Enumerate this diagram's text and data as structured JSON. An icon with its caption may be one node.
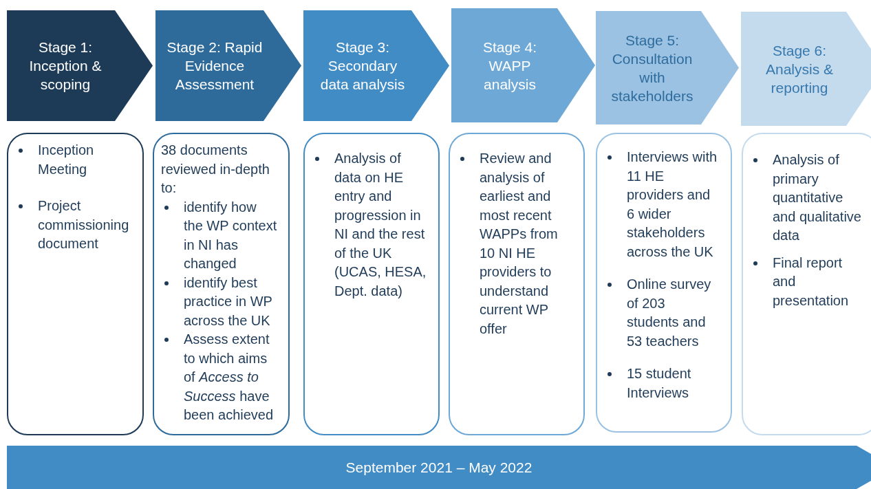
{
  "diagram": {
    "nodes": [
      {
        "text": [
          "Stage 1: Inception & scoping"
        ]
      },
      {
        "text": [
          "Stage 2: Rapid Evidence Assessment"
        ]
      },
      {
        "text": [
          "Stage 3: Secondary data analysis"
        ]
      },
      {
        "text": [
          "Stage 4: WAPP analysis"
        ]
      },
      {
        "text": [
          "Stage 5: Consultation with stakeholders"
        ]
      },
      {
        "text": [
          "Stage 6: Analysis & reporting"
        ]
      },
      {
        "text": [
          "Inception Meeting",
          "Project commissioning document"
        ]
      },
      {
        "text": [
          "38 documents reviewed in-depth to:",
          "identify how the WP context in NI has changed",
          "identify best practice in WP across the UK",
          "Assess extent to which aims of *Access to Success* have been achieved"
        ]
      },
      {
        "text": [
          "Analysis of data on HE entry and progression in NI and the rest of the UK (UCAS, HESA, Dept. data)"
        ]
      },
      {
        "text": [
          "Review and analysis of earliest and most recent WAPPs from 10 NI HE providers to understand current WP offer"
        ]
      },
      {
        "text": [
          "Interviews with 11 HE providers and 6 wider stakeholders across the UK",
          "Online survey of 203 students and 53 teachers",
          "15 student Interviews"
        ]
      },
      {
        "text": [
          "Analysis of primary quantitative and qualitative data",
          "Final report and presentation"
        ]
      },
      {
        "text": [
          "September 2021 – May 2022"
        ]
      }
    ]
  }
}
